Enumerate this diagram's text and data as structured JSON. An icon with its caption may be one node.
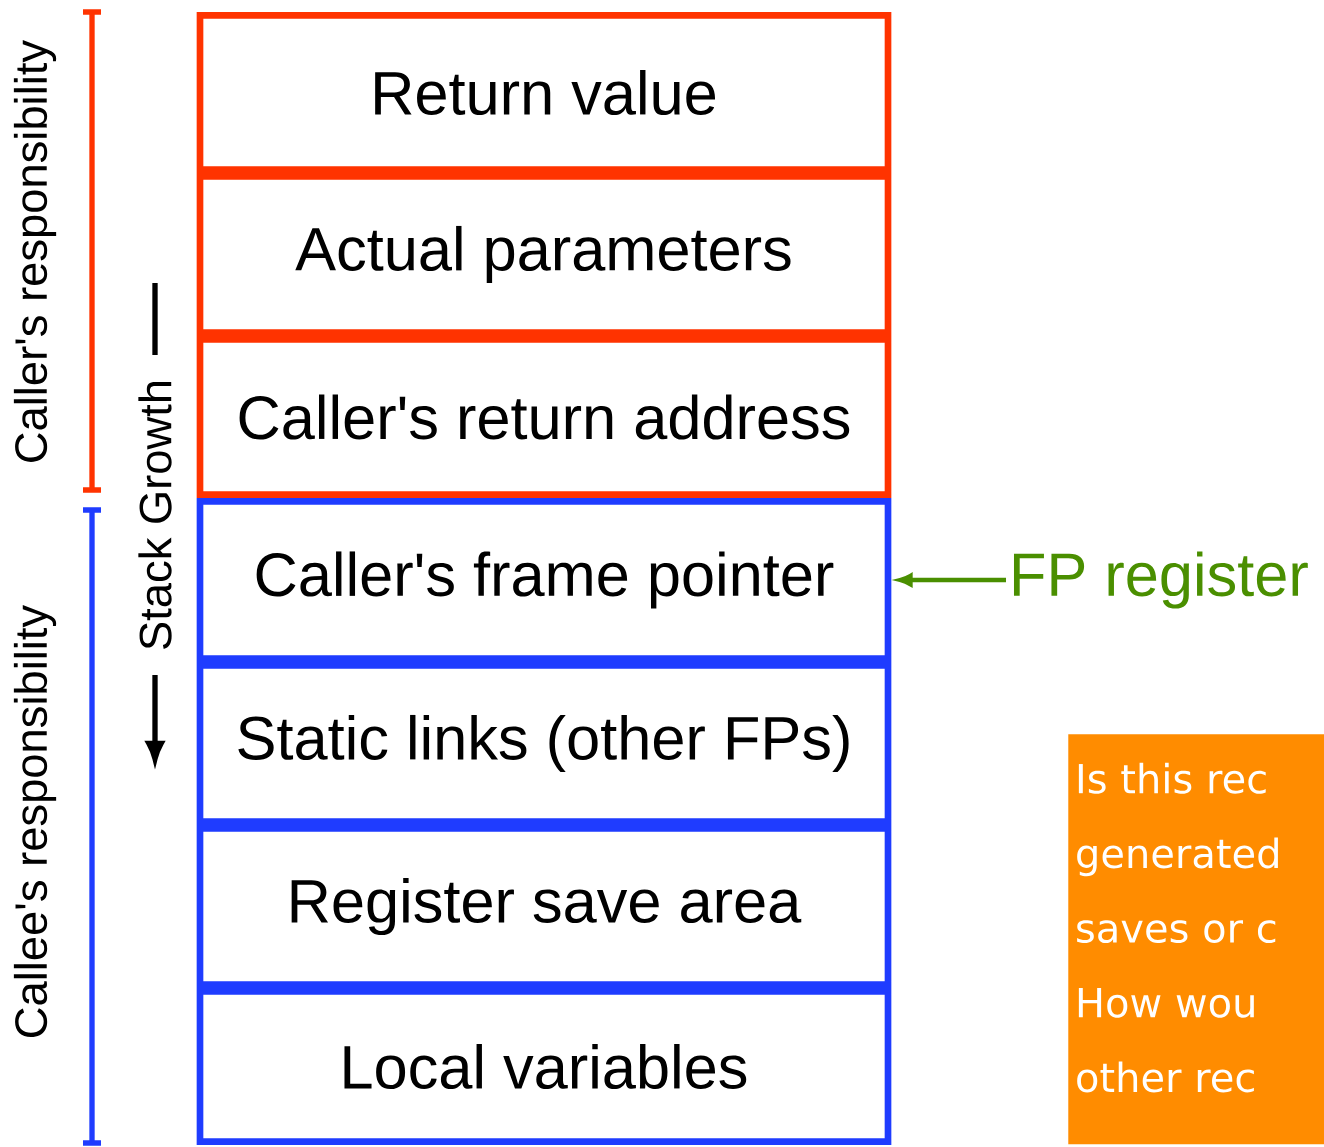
{
  "diagram": {
    "nodes": [
      {
        "text": [
          "Return value"
        ]
      },
      {
        "text": [
          "Actual parameters"
        ]
      },
      {
        "text": [
          "Caller's return address"
        ]
      },
      {
        "text": [
          "Caller's frame pointer"
        ]
      },
      {
        "text": [
          "Static links (other FPs)"
        ]
      },
      {
        "text": [
          "Register save area"
        ]
      },
      {
        "text": [
          "Local variables"
        ]
      },
      {
        "text": [
          "FP register"
        ]
      },
      {
        "text": [
          "Is this rec generated saves or c How wou other rec"
        ]
      }
    ],
    "edges": [
      {
        "from": 7,
        "to": 3,
        "arrow": "to",
        "color": "#4a8f00"
      }
    ],
    "labels": [
      "Caller's responsibility",
      "Stack Growth",
      "Callee's responsibility"
    ]
  }
}
